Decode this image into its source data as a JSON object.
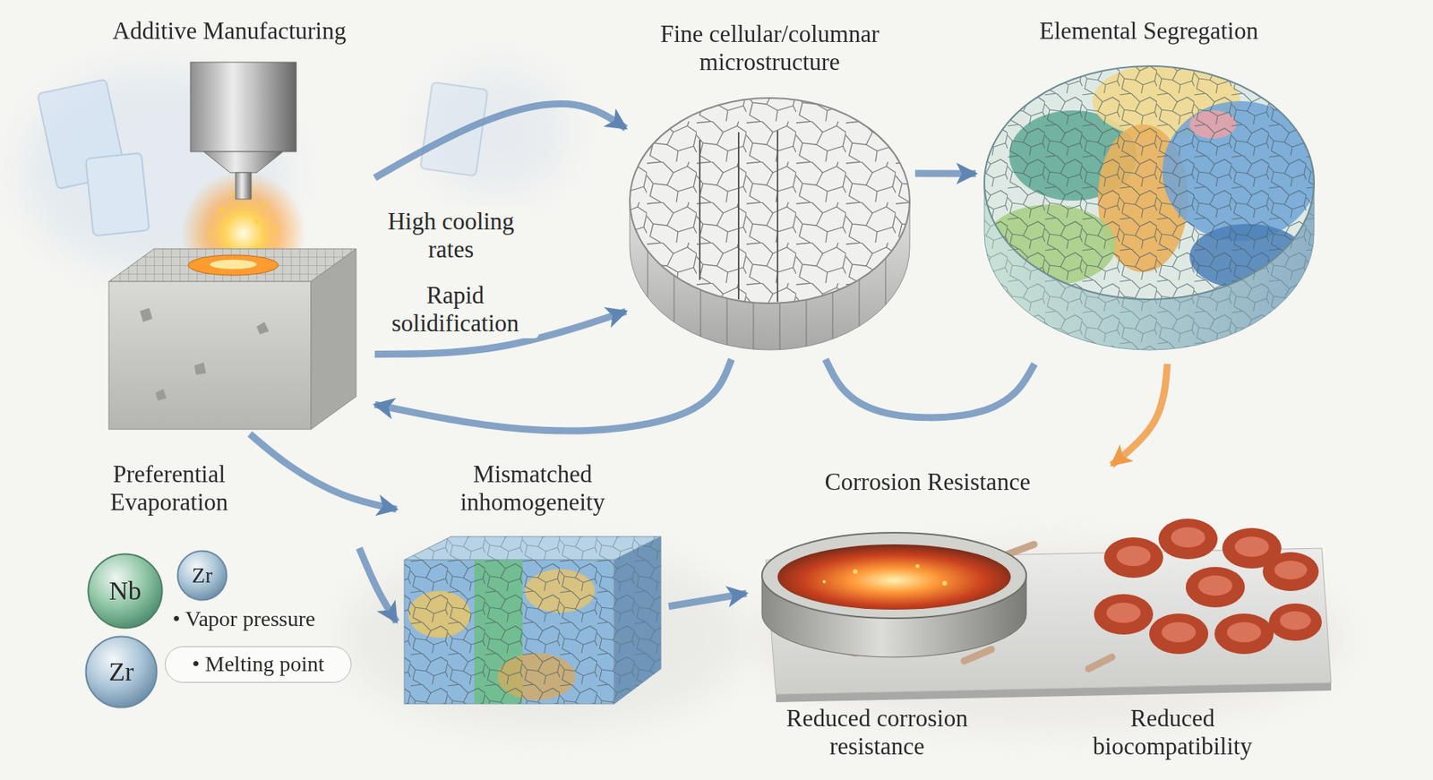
{
  "diagram": {
    "nodes": [
      {
        "text": [
          "Additive Manufacturing"
        ]
      },
      {
        "text": [
          "Fine cellular/columnar microstructure"
        ]
      },
      {
        "text": [
          "Elemental Segregation"
        ]
      },
      {
        "text": [
          "Preferential Evaporation"
        ]
      },
      {
        "text": [
          "Nb"
        ],
        "in": 3
      },
      {
        "text": [
          "Zr"
        ],
        "in": 3
      },
      {
        "text": [
          "Zr"
        ],
        "in": 3
      },
      {
        "text": [
          "• Melting point"
        ],
        "in": 3
      },
      {
        "text": [
          "Mismatched inhomogeneity"
        ]
      },
      {
        "text": [
          "Corrosion Resistance",
          "Reduced corrosion resistance",
          "Reduced biocompatibility"
        ]
      }
    ],
    "edges": [
      {
        "from": 0,
        "to": 1,
        "arrow": "to",
        "label": "High cooling rates"
      },
      {
        "from": 0,
        "to": 1,
        "arrow": "to",
        "label": "Rapid solidification"
      },
      {
        "from": 1,
        "to": 0,
        "arrow": "to"
      },
      {
        "from": 1,
        "to": 2,
        "arrow": "to"
      },
      {
        "from": 2,
        "to": 1,
        "arrow": "none"
      },
      {
        "from": 2,
        "to": 9,
        "arrow": "to"
      },
      {
        "from": 0,
        "to": 8,
        "arrow": "to"
      },
      {
        "from": 3,
        "to": 8,
        "arrow": "to"
      },
      {
        "from": 8,
        "to": 9,
        "arrow": "to"
      }
    ],
    "labels": [
      "• Vapor pressure"
    ]
  }
}
